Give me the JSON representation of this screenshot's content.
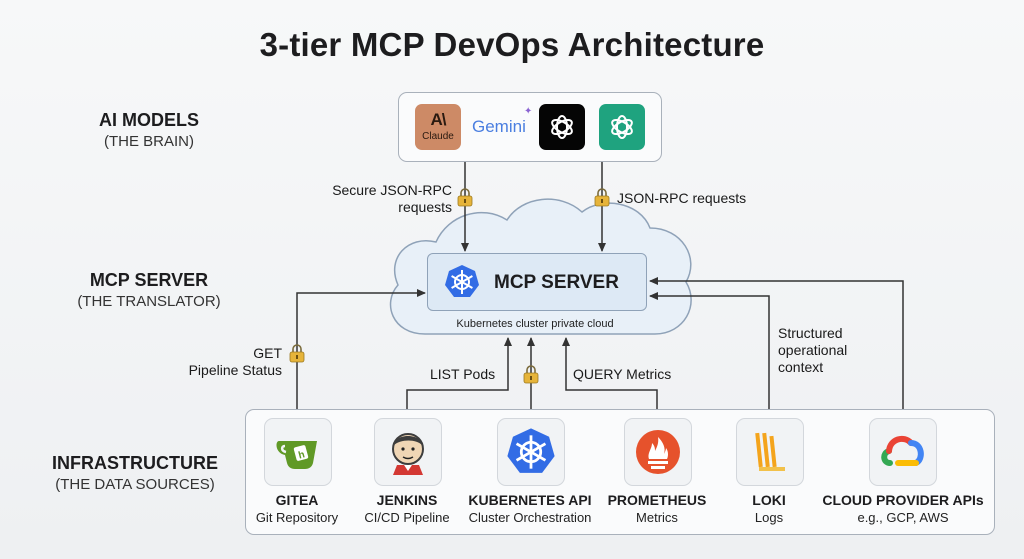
{
  "title": "3-tier MCP DevOps Architecture",
  "tiers": {
    "models": {
      "main": "AI MODELS",
      "sub": "(THE BRAIN)"
    },
    "server": {
      "main": "MCP SERVER",
      "sub": "(THE TRANSLATOR)"
    },
    "infra": {
      "main": "INFRASTRUCTURE",
      "sub": "(THE DATA SOURCES)"
    }
  },
  "models": {
    "claude_mark": "A\\",
    "claude": "Claude",
    "gemini": "Gemini"
  },
  "connections": {
    "secure_line1": "Secure JSON-RPC",
    "secure_line2": "requests",
    "jsonrpc": "JSON-RPC requests",
    "get_line1": "GET",
    "get_line2": "Pipeline Status",
    "list_pods": "LIST Pods",
    "query_metrics": "QUERY Metrics",
    "structured_line1": "Structured",
    "structured_line2": "operational",
    "structured_line3": "context"
  },
  "mcp": {
    "title": "MCP SERVER",
    "caption": "Kubernetes cluster private cloud"
  },
  "sources": [
    {
      "name": "GITEA",
      "desc": "Git Repository",
      "icon": "gitea-icon"
    },
    {
      "name": "JENKINS",
      "desc": "CI/CD Pipeline",
      "icon": "jenkins-icon"
    },
    {
      "name": "KUBERNETES API",
      "desc": "Cluster Orchestration",
      "icon": "kubernetes-icon"
    },
    {
      "name": "PROMETHEUS",
      "desc": "Metrics",
      "icon": "prometheus-icon"
    },
    {
      "name": "LOKI",
      "desc": "Logs",
      "icon": "loki-icon"
    },
    {
      "name": "CLOUD PROVIDER APIs",
      "desc": "e.g., GCP, AWS",
      "icon": "cloud-icon"
    }
  ],
  "colors": {
    "cloud_fill": "#e8f0f8",
    "mcp_fill": "#dde9f5",
    "k8s_blue": "#326ce5",
    "lock_gold": "#e6b43a",
    "gitea_green": "#609926",
    "prometheus_orange": "#e6522c",
    "loki_orange": "#f4a41c",
    "openai_green": "#1fa37f"
  }
}
